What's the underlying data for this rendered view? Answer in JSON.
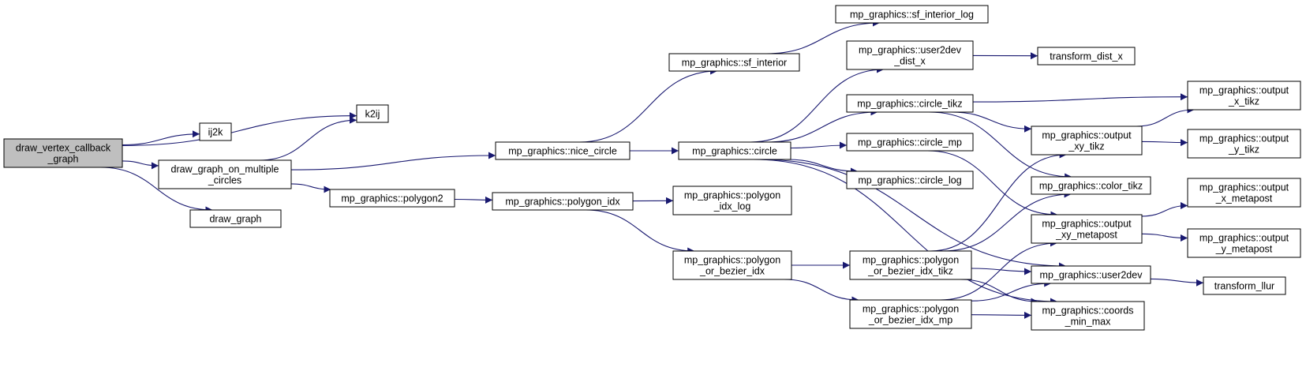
{
  "nodes": [
    {
      "id": "root",
      "lines": [
        "draw_vertex_callback",
        "_graph"
      ],
      "root": true
    },
    {
      "id": "k2ij",
      "lines": [
        "k2ij"
      ]
    },
    {
      "id": "ij2k",
      "lines": [
        "ij2k"
      ]
    },
    {
      "id": "dgomc",
      "lines": [
        "draw_graph_on_multiple",
        "_circles"
      ]
    },
    {
      "id": "draw_graph",
      "lines": [
        "draw_graph"
      ]
    },
    {
      "id": "nice_circle",
      "lines": [
        "mp_graphics::nice_circle"
      ]
    },
    {
      "id": "polygon2",
      "lines": [
        "mp_graphics::polygon2"
      ]
    },
    {
      "id": "sf_interior",
      "lines": [
        "mp_graphics::sf_interior"
      ]
    },
    {
      "id": "circle",
      "lines": [
        "mp_graphics::circle"
      ]
    },
    {
      "id": "polygon_idx",
      "lines": [
        "mp_graphics::polygon_idx"
      ]
    },
    {
      "id": "polygon_idx_log",
      "lines": [
        "mp_graphics::polygon",
        "_idx_log"
      ]
    },
    {
      "id": "pobi",
      "lines": [
        "mp_graphics::polygon",
        "_or_bezier_idx"
      ]
    },
    {
      "id": "sf_interior_log",
      "lines": [
        "mp_graphics::sf_interior_log"
      ]
    },
    {
      "id": "user2dev_dist_x",
      "lines": [
        "mp_graphics::user2dev",
        "_dist_x"
      ]
    },
    {
      "id": "circle_tikz",
      "lines": [
        "mp_graphics::circle_tikz"
      ]
    },
    {
      "id": "circle_mp",
      "lines": [
        "mp_graphics::circle_mp"
      ]
    },
    {
      "id": "circle_log",
      "lines": [
        "mp_graphics::circle_log"
      ]
    },
    {
      "id": "pobi_tikz",
      "lines": [
        "mp_graphics::polygon",
        "_or_bezier_idx_tikz"
      ]
    },
    {
      "id": "pobi_mp",
      "lines": [
        "mp_graphics::polygon",
        "_or_bezier_idx_mp"
      ]
    },
    {
      "id": "transform_dist_x",
      "lines": [
        "transform_dist_x"
      ]
    },
    {
      "id": "output_xy_tikz",
      "lines": [
        "mp_graphics::output",
        "_xy_tikz"
      ]
    },
    {
      "id": "color_tikz",
      "lines": [
        "mp_graphics::color_tikz"
      ]
    },
    {
      "id": "output_xy_metapost",
      "lines": [
        "mp_graphics::output",
        "_xy_metapost"
      ]
    },
    {
      "id": "user2dev",
      "lines": [
        "mp_graphics::user2dev"
      ]
    },
    {
      "id": "coords_min_max",
      "lines": [
        "mp_graphics::coords",
        "_min_max"
      ]
    },
    {
      "id": "output_x_tikz",
      "lines": [
        "mp_graphics::output",
        "_x_tikz"
      ]
    },
    {
      "id": "output_y_tikz",
      "lines": [
        "mp_graphics::output",
        "_y_tikz"
      ]
    },
    {
      "id": "output_x_metapost",
      "lines": [
        "mp_graphics::output",
        "_x_metapost"
      ]
    },
    {
      "id": "output_y_metapost",
      "lines": [
        "mp_graphics::output",
        "_y_metapost"
      ]
    },
    {
      "id": "transform_llur",
      "lines": [
        "transform_llur"
      ]
    }
  ],
  "edges": [
    [
      "root",
      "k2ij"
    ],
    [
      "root",
      "ij2k"
    ],
    [
      "root",
      "dgomc"
    ],
    [
      "root",
      "draw_graph"
    ],
    [
      "dgomc",
      "k2ij"
    ],
    [
      "dgomc",
      "nice_circle"
    ],
    [
      "dgomc",
      "polygon2"
    ],
    [
      "nice_circle",
      "sf_interior"
    ],
    [
      "nice_circle",
      "circle"
    ],
    [
      "polygon2",
      "polygon_idx"
    ],
    [
      "polygon_idx",
      "polygon_idx_log"
    ],
    [
      "polygon_idx",
      "pobi"
    ],
    [
      "sf_interior",
      "sf_interior_log"
    ],
    [
      "circle",
      "user2dev_dist_x"
    ],
    [
      "circle",
      "circle_tikz"
    ],
    [
      "circle",
      "circle_mp"
    ],
    [
      "circle",
      "circle_log"
    ],
    [
      "circle",
      "user2dev"
    ],
    [
      "circle",
      "coords_min_max"
    ],
    [
      "user2dev_dist_x",
      "transform_dist_x"
    ],
    [
      "circle_tikz",
      "output_x_tikz"
    ],
    [
      "circle_tikz",
      "output_xy_tikz"
    ],
    [
      "circle_tikz",
      "color_tikz"
    ],
    [
      "circle_mp",
      "output_xy_metapost"
    ],
    [
      "pobi",
      "pobi_tikz"
    ],
    [
      "pobi",
      "pobi_mp"
    ],
    [
      "pobi_tikz",
      "output_xy_tikz"
    ],
    [
      "pobi_tikz",
      "color_tikz"
    ],
    [
      "pobi_tikz",
      "user2dev"
    ],
    [
      "pobi_tikz",
      "coords_min_max"
    ],
    [
      "pobi_mp",
      "output_xy_metapost"
    ],
    [
      "pobi_mp",
      "user2dev"
    ],
    [
      "pobi_mp",
      "coords_min_max"
    ],
    [
      "output_xy_tikz",
      "output_x_tikz"
    ],
    [
      "output_xy_tikz",
      "output_y_tikz"
    ],
    [
      "output_xy_metapost",
      "output_x_metapost"
    ],
    [
      "output_xy_metapost",
      "output_y_metapost"
    ],
    [
      "user2dev",
      "transform_llur"
    ]
  ],
  "colors": {
    "edge": "#191970",
    "root_fill": "#bfbfbf",
    "node_fill": "#ffffff",
    "node_border": "#000000"
  }
}
